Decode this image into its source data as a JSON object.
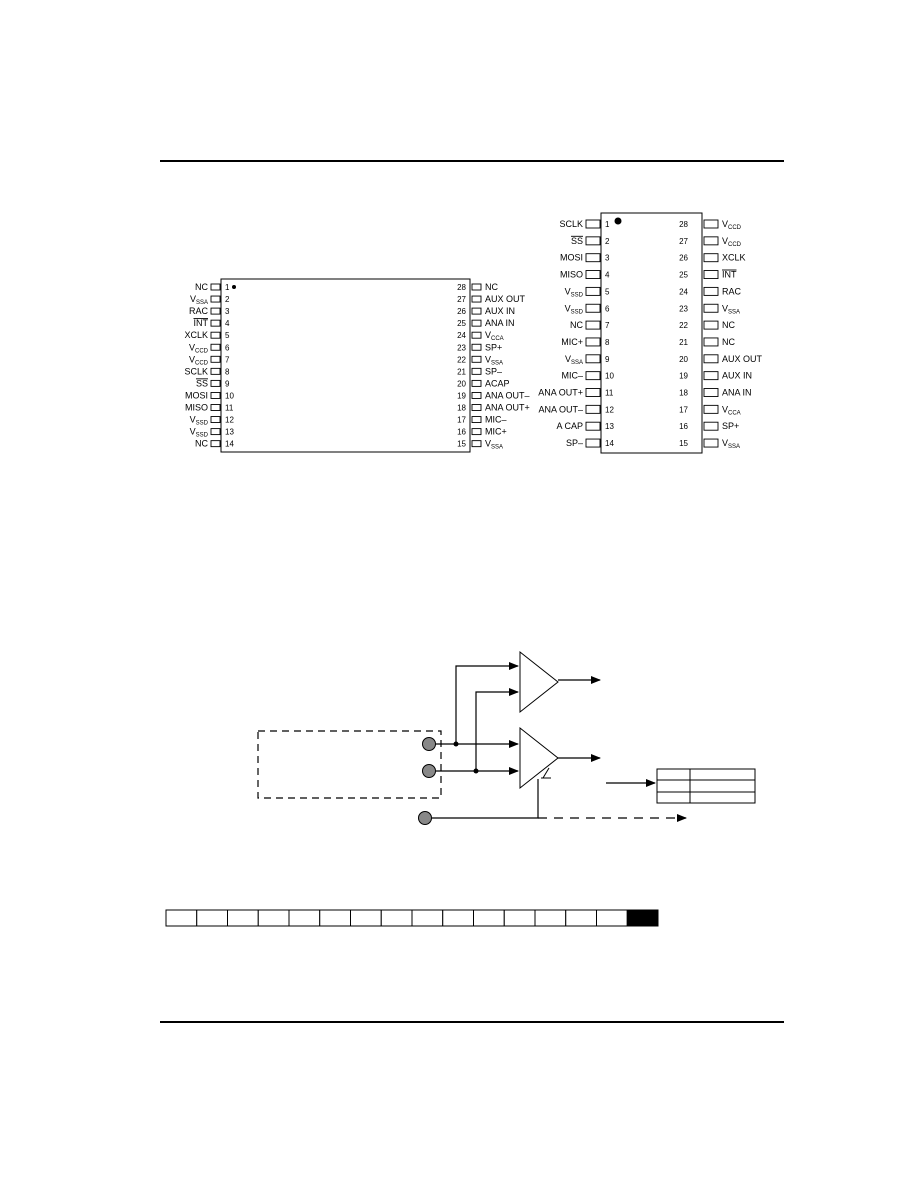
{
  "chip_soic": {
    "left_pins": [
      {
        "num": "1",
        "label": "NC",
        "sub": "",
        "overline": false
      },
      {
        "num": "2",
        "label": "V",
        "sub": "SSA",
        "overline": false
      },
      {
        "num": "3",
        "label": "RAC",
        "sub": "",
        "overline": false
      },
      {
        "num": "4",
        "label": "INT",
        "sub": "",
        "overline": true
      },
      {
        "num": "5",
        "label": "XCLK",
        "sub": "",
        "overline": false
      },
      {
        "num": "6",
        "label": "V",
        "sub": "CCD",
        "overline": false
      },
      {
        "num": "7",
        "label": "V",
        "sub": "CCD",
        "overline": false
      },
      {
        "num": "8",
        "label": "SCLK",
        "sub": "",
        "overline": false
      },
      {
        "num": "9",
        "label": "SS",
        "sub": "",
        "overline": true
      },
      {
        "num": "10",
        "label": "MOSI",
        "sub": "",
        "overline": false
      },
      {
        "num": "11",
        "label": "MISO",
        "sub": "",
        "overline": false
      },
      {
        "num": "12",
        "label": "V",
        "sub": "SSD",
        "overline": false
      },
      {
        "num": "13",
        "label": "V",
        "sub": "SSD",
        "overline": false
      },
      {
        "num": "14",
        "label": "NC",
        "sub": "",
        "overline": false
      }
    ],
    "right_pins": [
      {
        "num": "28",
        "label": "NC",
        "sub": "",
        "overline": false
      },
      {
        "num": "27",
        "label": "AUX OUT",
        "sub": "",
        "overline": false
      },
      {
        "num": "26",
        "label": "AUX IN",
        "sub": "",
        "overline": false
      },
      {
        "num": "25",
        "label": "ANA IN",
        "sub": "",
        "overline": false
      },
      {
        "num": "24",
        "label": "V",
        "sub": "CCA",
        "overline": false
      },
      {
        "num": "23",
        "label": "SP+",
        "sub": "",
        "overline": false
      },
      {
        "num": "22",
        "label": "V",
        "sub": "SSA",
        "overline": false
      },
      {
        "num": "21",
        "label": "SP–",
        "sub": "",
        "overline": false
      },
      {
        "num": "20",
        "label": "ACAP",
        "sub": "",
        "overline": false
      },
      {
        "num": "19",
        "label": "ANA OUT–",
        "sub": "",
        "overline": false
      },
      {
        "num": "18",
        "label": "ANA OUT+",
        "sub": "",
        "overline": false
      },
      {
        "num": "17",
        "label": "MIC–",
        "sub": "",
        "overline": false
      },
      {
        "num": "16",
        "label": "MIC+",
        "sub": "",
        "overline": false
      },
      {
        "num": "15",
        "label": "V",
        "sub": "SSA",
        "overline": false
      }
    ]
  },
  "chip_dip": {
    "left_pins": [
      {
        "num": "1",
        "label": "SCLK",
        "sub": "",
        "overline": false
      },
      {
        "num": "2",
        "label": "SS",
        "sub": "",
        "overline": true
      },
      {
        "num": "3",
        "label": "MOSI",
        "sub": "",
        "overline": false
      },
      {
        "num": "4",
        "label": "MISO",
        "sub": "",
        "overline": false
      },
      {
        "num": "5",
        "label": "V",
        "sub": "SSD",
        "overline": false
      },
      {
        "num": "6",
        "label": "V",
        "sub": "SSD",
        "overline": false
      },
      {
        "num": "7",
        "label": "NC",
        "sub": "",
        "overline": false
      },
      {
        "num": "8",
        "label": "MIC+",
        "sub": "",
        "overline": false
      },
      {
        "num": "9",
        "label": "V",
        "sub": "SSA",
        "overline": false
      },
      {
        "num": "10",
        "label": "MIC–",
        "sub": "",
        "overline": false
      },
      {
        "num": "11",
        "label": "ANA OUT+",
        "sub": "",
        "overline": false
      },
      {
        "num": "12",
        "label": "ANA OUT–",
        "sub": "",
        "overline": false
      },
      {
        "num": "13",
        "label": "A CAP",
        "sub": "",
        "overline": false
      },
      {
        "num": "14",
        "label": "SP–",
        "sub": "",
        "overline": false
      }
    ],
    "right_pins": [
      {
        "num": "28",
        "label": "V",
        "sub": "CCD",
        "overline": false
      },
      {
        "num": "27",
        "label": "V",
        "sub": "CCD",
        "overline": false
      },
      {
        "num": "26",
        "label": "XCLK",
        "sub": "",
        "overline": false
      },
      {
        "num": "25",
        "label": "INT",
        "sub": "",
        "overline": true
      },
      {
        "num": "24",
        "label": "RAC",
        "sub": "",
        "overline": false
      },
      {
        "num": "23",
        "label": "V",
        "sub": "SSA",
        "overline": false
      },
      {
        "num": "22",
        "label": "NC",
        "sub": "",
        "overline": false
      },
      {
        "num": "21",
        "label": "NC",
        "sub": "",
        "overline": false
      },
      {
        "num": "20",
        "label": "AUX OUT",
        "sub": "",
        "overline": false
      },
      {
        "num": "19",
        "label": "AUX IN",
        "sub": "",
        "overline": false
      },
      {
        "num": "18",
        "label": "ANA IN",
        "sub": "",
        "overline": false
      },
      {
        "num": "17",
        "label": "V",
        "sub": "CCA",
        "overline": false
      },
      {
        "num": "16",
        "label": "SP+",
        "sub": "",
        "overline": false
      },
      {
        "num": "15",
        "label": "V",
        "sub": "SSA",
        "overline": false
      }
    ]
  },
  "bit_register": {
    "cell_count": 16,
    "filled_cells": [
      16
    ]
  }
}
